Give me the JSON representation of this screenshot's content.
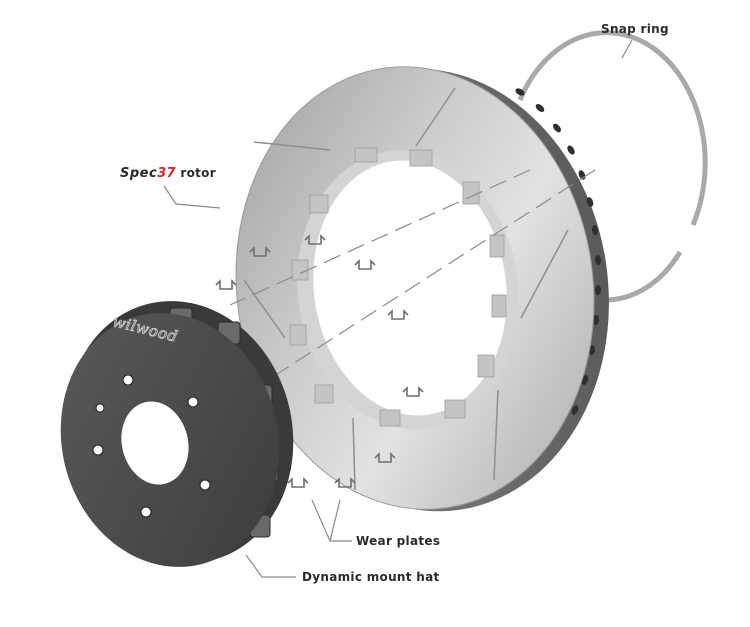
{
  "diagram": {
    "type": "exploded-assembly",
    "subject": "Brake rotor assembly",
    "colors": {
      "background": "#ffffff",
      "rotor_metal": "#b7b7b7",
      "hat": "#4a4a4a",
      "label_text": "#2b2b2b",
      "brand_accent": "#d6262b",
      "leader_line": "#8a8a8a"
    }
  },
  "labels": {
    "snap_ring": "Snap ring",
    "rotor_brand": "Spec",
    "rotor_brand_number": "37",
    "rotor_suffix": " rotor",
    "wear_plates": "Wear plates",
    "mount_hat": "Dynamic mount hat"
  },
  "hat": {
    "logo": "wilwood"
  }
}
